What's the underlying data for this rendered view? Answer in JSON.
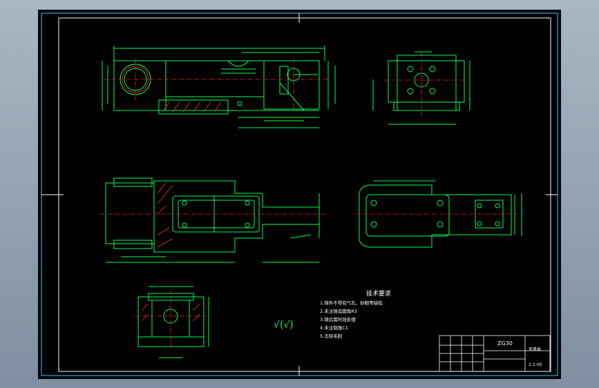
{
  "drawing": {
    "technical_requirements_title": "技术要求",
    "requirements": [
      "1.铸件不得有气孔、砂眼等缺陷",
      "2.未注铸造圆角R3",
      "3.铸后需时效处理",
      "4.未注倒角C1",
      "5.去除毛刺"
    ],
    "surface_symbol": "√(√)",
    "title_block": {
      "material": "ZG30",
      "part_name": "夹具体",
      "drawing_no": "1:1-00"
    }
  },
  "colors": {
    "sheet": "#000000",
    "border": "#ffffff",
    "geometry": "#00ff55",
    "centerline": "#ff2222",
    "hatch": "#ff3333",
    "text": "#ffffff",
    "frame_outer": "#33ccff"
  }
}
